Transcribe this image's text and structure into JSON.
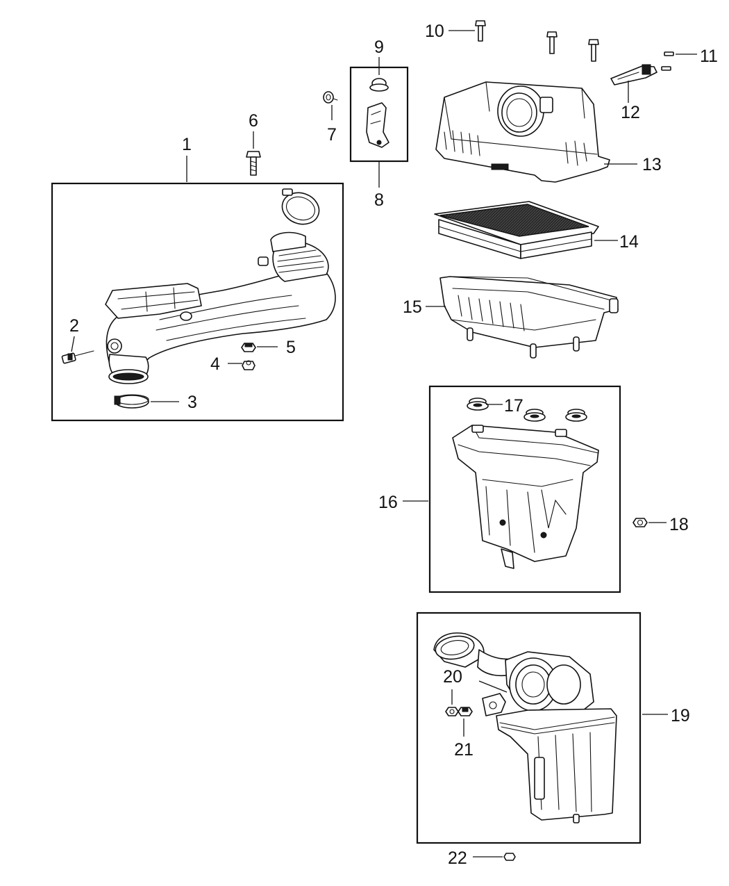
{
  "callouts": {
    "c1": "1",
    "c2": "2",
    "c3": "3",
    "c4": "4",
    "c5": "5",
    "c6": "6",
    "c7": "7",
    "c8": "8",
    "c9": "9",
    "c10": "10",
    "c11": "11",
    "c12": "12",
    "c13": "13",
    "c14": "14",
    "c15": "15",
    "c16": "16",
    "c17": "17",
    "c18": "18",
    "c19": "19",
    "c20": "20",
    "c21": "21",
    "c22": "22"
  },
  "icons": {
    "duct": "air-intake-duct-icon",
    "clamp": "hose-clamp-icon",
    "sensor": "temperature-sensor-icon",
    "bolt": "bolt-icon",
    "nut": "nut-icon",
    "grommet": "grommet-icon",
    "bracket": "bracket-icon",
    "cover": "air-cleaner-cover-icon",
    "filter": "air-filter-element-icon",
    "tray": "air-cleaner-tray-icon",
    "housing": "air-cleaner-housing-icon",
    "assembly": "air-cleaner-assembly-icon",
    "maf_sensor": "mass-airflow-sensor-icon"
  }
}
